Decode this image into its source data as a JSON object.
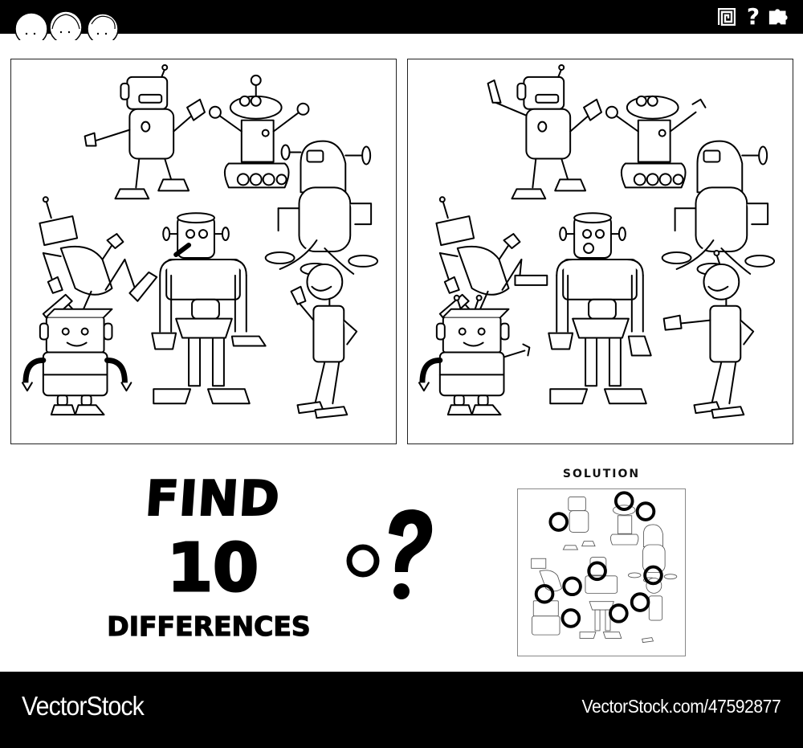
{
  "header": {
    "logo_icon": "kids-faces-logo",
    "icons": [
      {
        "name": "maze-icon",
        "label": ""
      },
      {
        "name": "question-icon",
        "label": "?"
      },
      {
        "name": "puzzle-icon",
        "label": ""
      }
    ]
  },
  "puzzle": {
    "left_panel": {
      "label": "original-picture",
      "robots": 7
    },
    "right_panel": {
      "label": "changed-picture",
      "robots": 7
    }
  },
  "title": {
    "line1": "FIND",
    "number": "10",
    "line3": "DIFFERENCES"
  },
  "decoration": {
    "circle_icon": "circle-icon",
    "question_icon": "question-mark-icon"
  },
  "solution": {
    "label": "SOLUTION",
    "circles_count": 10
  },
  "footer": {
    "brand": "VectorStock",
    "url": "VectorStock.com/47592877"
  },
  "colors": {
    "bar": "#000000",
    "background": "#ffffff",
    "ink": "#000000",
    "panel_border": "#222222",
    "solution_border": "#888888"
  }
}
